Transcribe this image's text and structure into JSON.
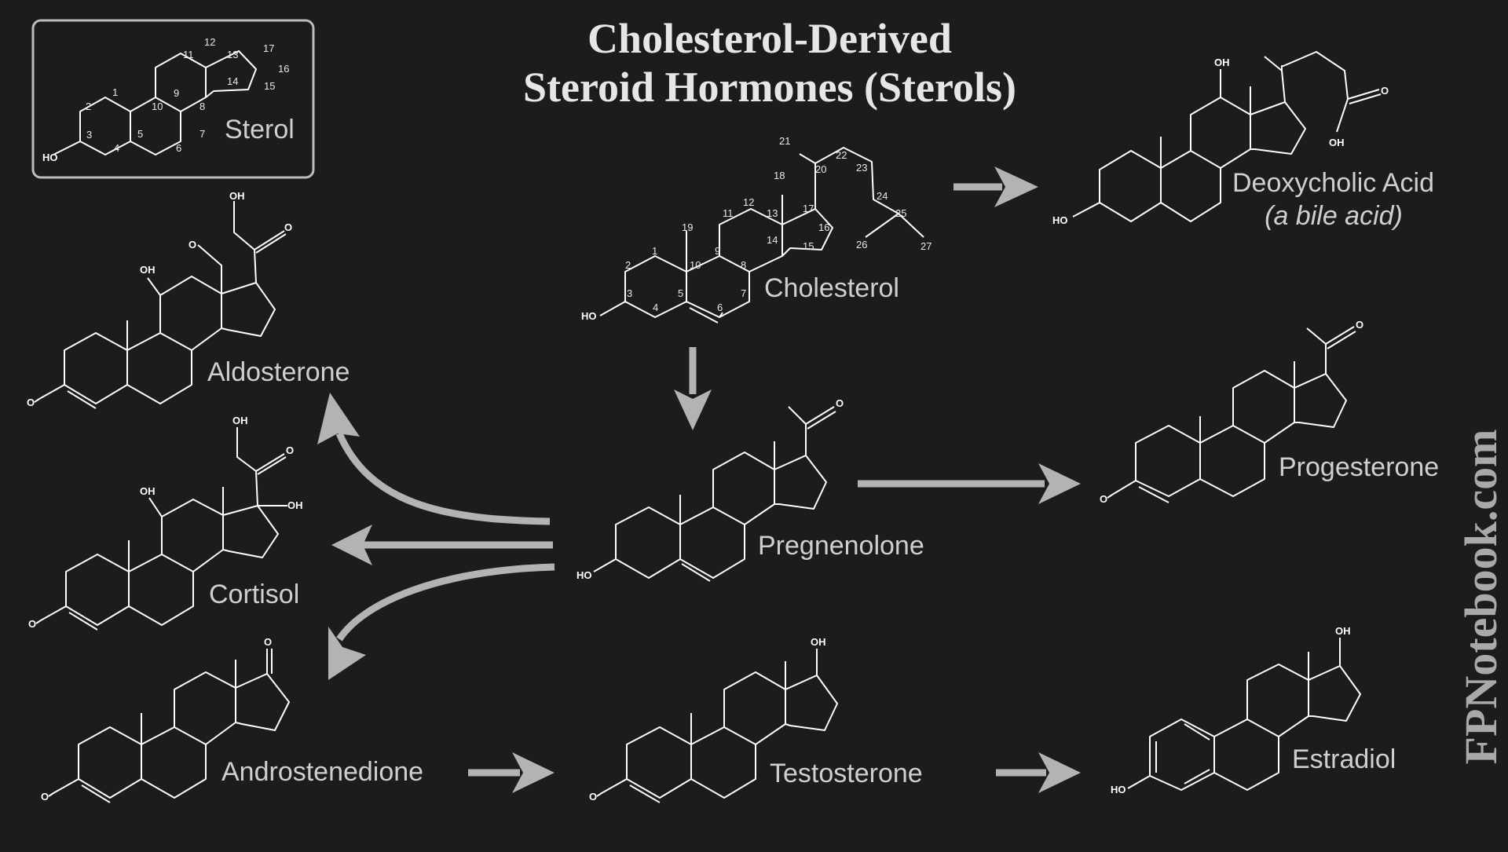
{
  "title": {
    "line1": "Cholesterol-Derived",
    "line2": "Steroid Hormones (Sterols)"
  },
  "brand": "FPNotebook.com",
  "sterol_box": {
    "label": "Sterol",
    "atom": "HO",
    "numbers": [
      "1",
      "2",
      "3",
      "4",
      "5",
      "6",
      "7",
      "8",
      "9",
      "10",
      "11",
      "12",
      "13",
      "14",
      "15",
      "16",
      "17"
    ]
  },
  "molecules": {
    "cholesterol": {
      "label": "Cholesterol",
      "atoms": [
        "HO"
      ],
      "numbers": [
        "1",
        "2",
        "3",
        "4",
        "5",
        "6",
        "7",
        "8",
        "9",
        "10",
        "11",
        "12",
        "13",
        "14",
        "15",
        "16",
        "17",
        "18",
        "19",
        "20",
        "21",
        "22",
        "23",
        "24",
        "25",
        "26",
        "27"
      ]
    },
    "deoxycholic_acid": {
      "label": "Deoxycholic Acid",
      "sublabel": "(a bile acid)",
      "atoms": [
        "OH",
        "HO",
        "O",
        "OH"
      ]
    },
    "aldosterone": {
      "label": "Aldosterone",
      "atoms": [
        "OH",
        "O",
        "OH",
        "O",
        "O"
      ]
    },
    "cortisol": {
      "label": "Cortisol",
      "atoms": [
        "OH",
        "O",
        "OH",
        "OH",
        "O"
      ]
    },
    "androstenedione": {
      "label": "Androstenedione",
      "atoms": [
        "O",
        "O"
      ]
    },
    "pregnenolone": {
      "label": "Pregnenolone",
      "atoms": [
        "O",
        "HO"
      ]
    },
    "progesterone": {
      "label": "Progesterone",
      "atoms": [
        "O",
        "O"
      ]
    },
    "testosterone": {
      "label": "Testosterone",
      "atoms": [
        "OH",
        "O"
      ]
    },
    "estradiol": {
      "label": "Estradiol",
      "atoms": [
        "OH",
        "HO"
      ]
    }
  },
  "colors": {
    "background": "#1c1c1c",
    "bond": "#ffffff",
    "label": "#cfcfcf",
    "arrow": "#b3b3b3",
    "brand": "#a9a9a9"
  }
}
